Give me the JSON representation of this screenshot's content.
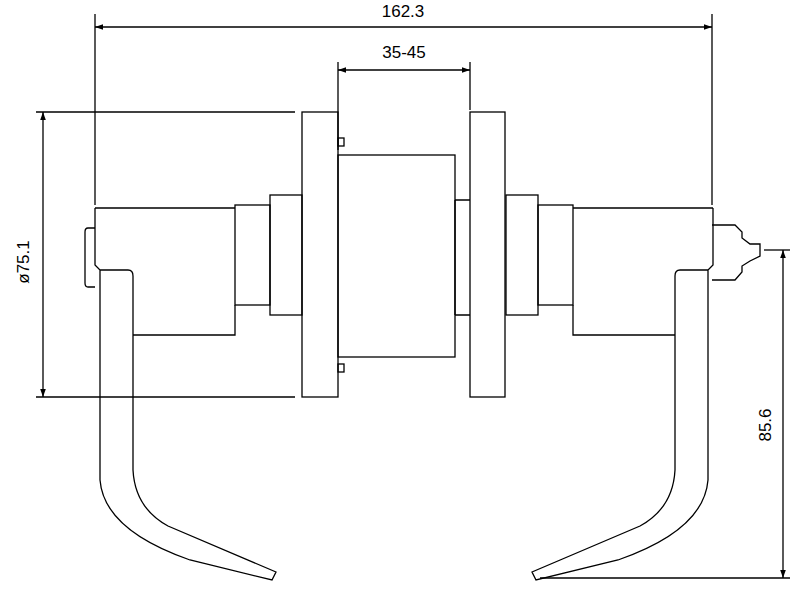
{
  "diagram": {
    "labels": [
      "162.3",
      "35-45",
      "ø75.1",
      "85.6"
    ]
  }
}
